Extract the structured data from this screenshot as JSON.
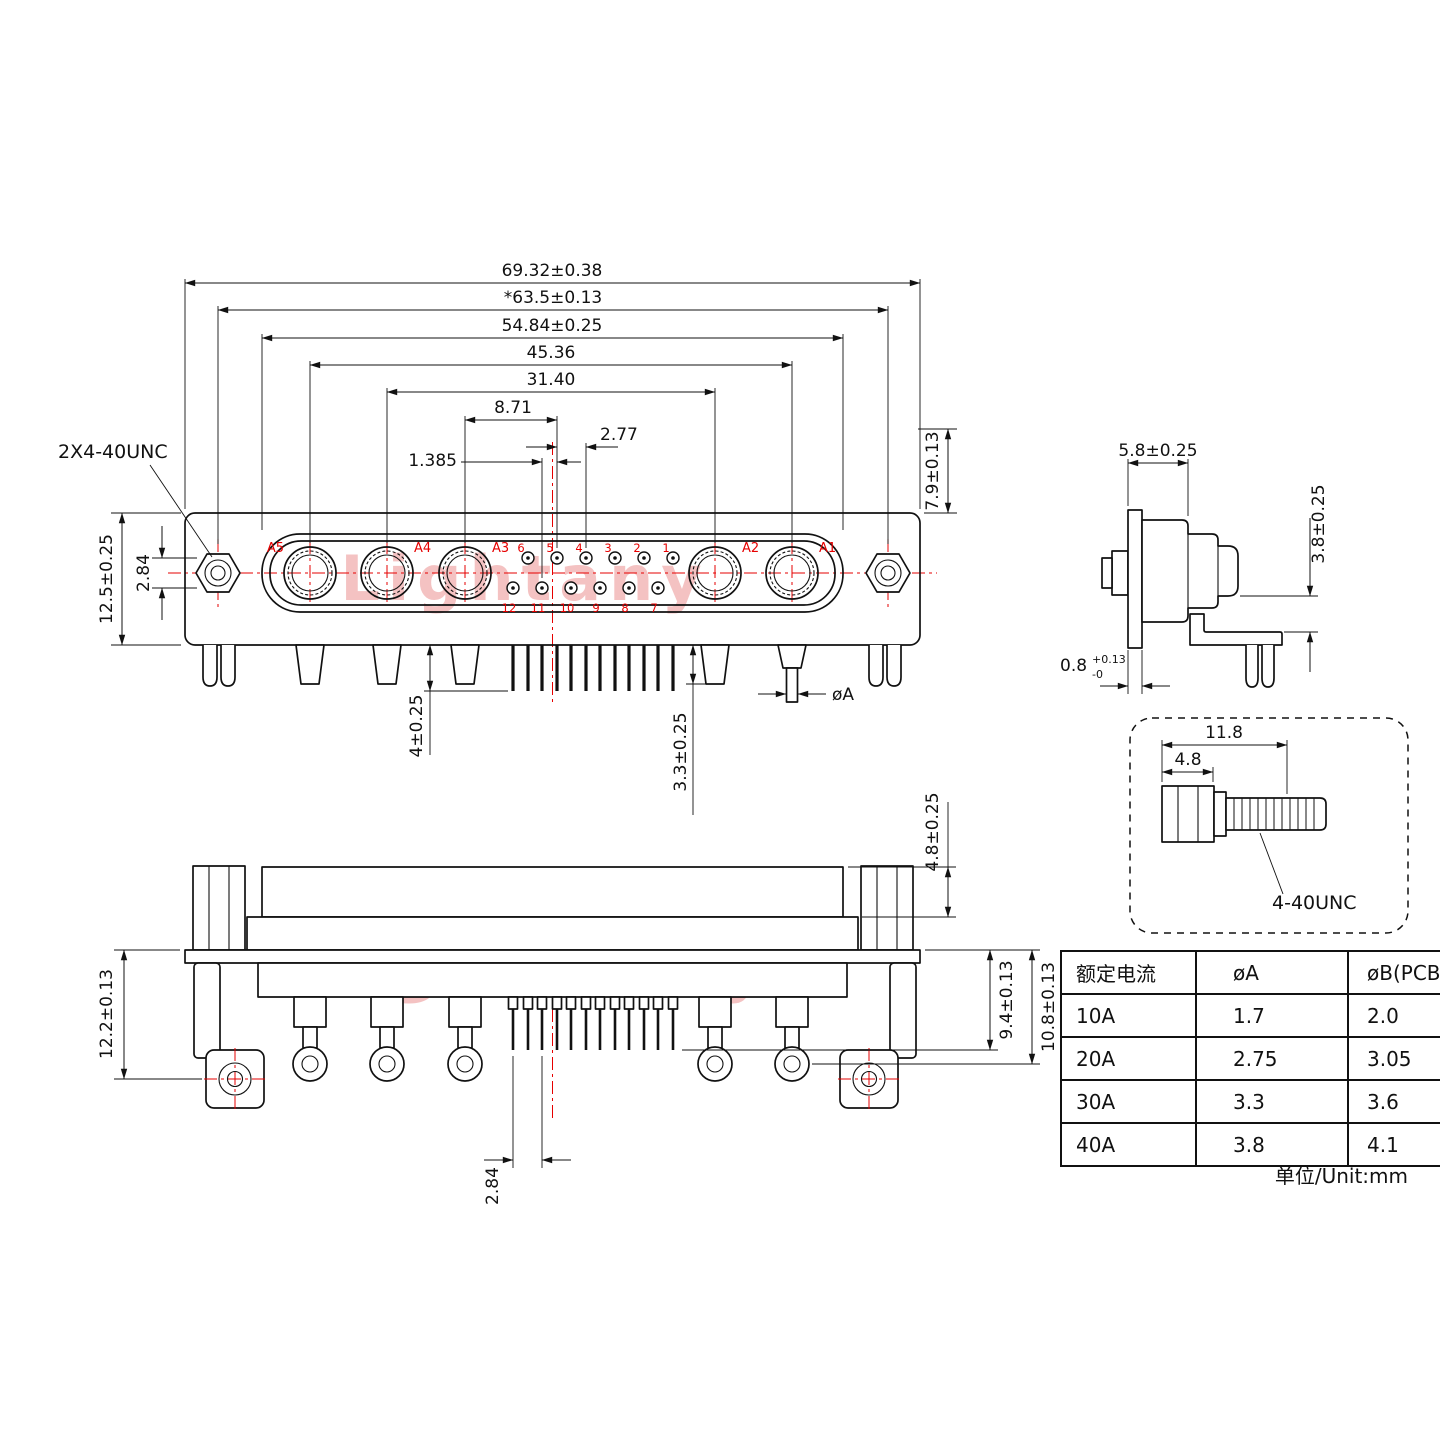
{
  "watermark": {
    "text": "Lightany"
  },
  "front_view": {
    "thread_label": "2X4-40UNC",
    "dim_total_width": "69.32±0.38",
    "dim_mount_span": "*63.5±0.13",
    "dim_shell_width": "54.84±0.25",
    "dim_coax_span": "45.36",
    "dim_inner_span": "31.40",
    "dim_a3_to_pin": "8.71",
    "dim_pin_pitch": "2.77",
    "dim_row_stagger": "1.385",
    "dim_flange_height": "12.5±0.25",
    "dim_row_spacing": "2.84",
    "dim_right_height": "7.9±0.13",
    "dim_peg_a": "4±0.25",
    "dim_peg_b": "3.3±0.25",
    "dim_pin_dia": "øA",
    "coax_labels": [
      "A5",
      "A4",
      "A3",
      "A2",
      "A1"
    ],
    "pin_numbers_top": [
      "6",
      "5",
      "4",
      "3",
      "2",
      "1"
    ],
    "pin_numbers_bottom": [
      "12",
      "11",
      "10",
      "9",
      "8",
      "7"
    ]
  },
  "side_view": {
    "dim_depth": "5.8±0.25",
    "dim_bracket": "3.8±0.25",
    "dim_flange_thickness": "0.8",
    "dim_flange_tol_plus": "+0.13",
    "dim_flange_tol_minus": "-0"
  },
  "screw_detail": {
    "dim_length": "11.8",
    "dim_head": "4.8",
    "thread_label": "4-40UNC"
  },
  "bottom_view": {
    "dim_height": "12.2±0.13",
    "dim_body": "4.8±0.25",
    "dim_pin_length": "9.4±0.13",
    "dim_cup_length": "10.8±0.13",
    "dim_pitch": "2.84"
  },
  "spec_table": {
    "headers": [
      "额定电流",
      "øA",
      "øB(PCB)"
    ],
    "rows": [
      {
        "current": "10A",
        "a": "1.7",
        "b": "2.0"
      },
      {
        "current": "20A",
        "a": "2.75",
        "b": "3.05"
      },
      {
        "current": "30A",
        "a": "3.3",
        "b": "3.6"
      },
      {
        "current": "40A",
        "a": "3.8",
        "b": "4.1"
      }
    ],
    "unit_note": "单位/Unit:mm"
  }
}
